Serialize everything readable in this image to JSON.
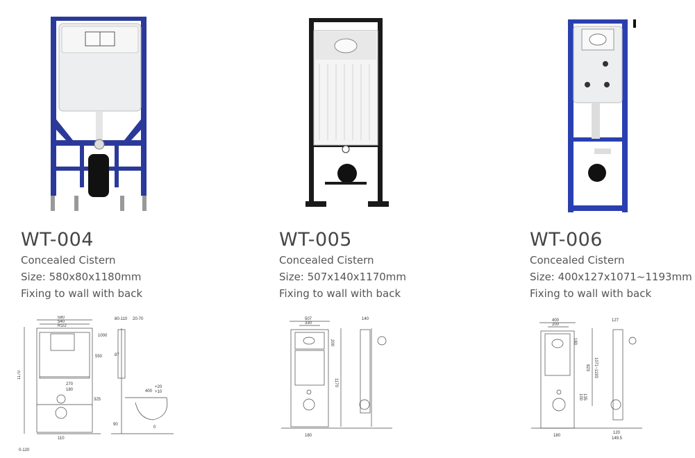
{
  "products": [
    {
      "model": "WT-004",
      "type": "Concealed Cistern",
      "size": "Size: 580x80x1180mm",
      "fixing": "Fixing to wall with back",
      "frame_color": "#2b3a9a",
      "drawing_labels": {
        "w1": "580",
        "w2": "540",
        "r": "R1/2",
        "h": "1170",
        "d1": "1000",
        "d2": "550",
        "d3": "270",
        "d4": "180",
        "d5": "325",
        "d6": "90",
        "d7": "110",
        "d8": "0-120",
        "s1": "80-110",
        "s2": "20-70",
        "s3": "87",
        "s4": "400",
        "s5": "+20",
        "s6": "+10",
        "s7": "0"
      }
    },
    {
      "model": "WT-005",
      "type": "Concealed Cistern",
      "size": "Size: 507x140x1170mm",
      "fixing": "Fixing to wall with back",
      "frame_color": "#1a1a1a",
      "drawing_labels": {
        "w1": "507",
        "w2": "330",
        "h": "1170",
        "d1": "200",
        "d2": "180",
        "s1": "140"
      }
    },
    {
      "model": "WT-006",
      "type": "Concealed Cistern",
      "size": "Size: 400x127x1071~1193mm",
      "fixing": "Fixing to wall with back",
      "frame_color": "#2a3fb0",
      "drawing_labels": {
        "w1": "400",
        "w2": "200",
        "h": "1071~1193",
        "d1": "180",
        "d2": "823",
        "d3": "100",
        "d4": "135",
        "d5": "180",
        "s1": "127",
        "s2": "120",
        "s3": "149.5"
      }
    }
  ]
}
